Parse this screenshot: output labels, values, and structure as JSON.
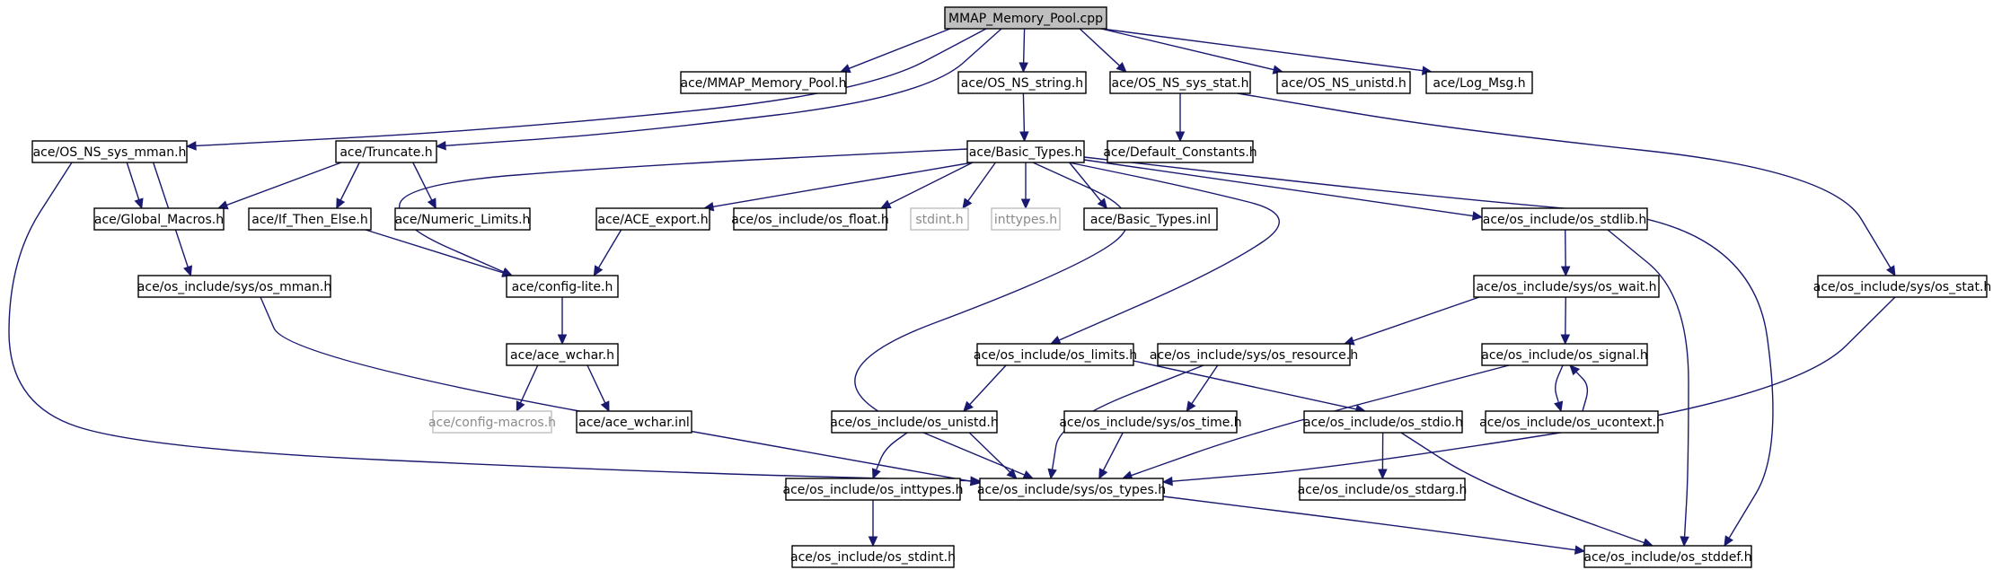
{
  "nodes": {
    "mmap_cpp": "MMAP_Memory_Pool.cpp",
    "mmap_h": "ace/MMAP_Memory_Pool.h",
    "os_ns_string": "ace/OS_NS_string.h",
    "os_ns_sys_stat": "ace/OS_NS_sys_stat.h",
    "os_ns_unistd": "ace/OS_NS_unistd.h",
    "log_msg": "ace/Log_Msg.h",
    "os_ns_sys_mman": "ace/OS_NS_sys_mman.h",
    "truncate": "ace/Truncate.h",
    "basic_types": "ace/Basic_Types.h",
    "default_constants": "ace/Default_Constants.h",
    "global_macros": "ace/Global_Macros.h",
    "if_then_else": "ace/If_Then_Else.h",
    "numeric_limits": "ace/Numeric_Limits.h",
    "ace_export": "ace/ACE_export.h",
    "os_float": "ace/os_include/os_float.h",
    "stdint": "stdint.h",
    "inttypes": "inttypes.h",
    "basic_types_inl": "ace/Basic_Types.inl",
    "os_stdlib": "ace/os_include/os_stdlib.h",
    "sys_os_mman": "ace/os_include/sys/os_mman.h",
    "config_lite": "ace/config-lite.h",
    "sys_os_wait": "ace/os_include/sys/os_wait.h",
    "sys_os_stat": "ace/os_include/sys/os_stat.h",
    "ace_wchar": "ace/ace_wchar.h",
    "os_limits": "ace/os_include/os_limits.h",
    "sys_os_resource": "ace/os_include/sys/os_resource.h",
    "os_signal": "ace/os_include/os_signal.h",
    "config_macros": "ace/config-macros.h",
    "ace_wchar_inl": "ace/ace_wchar.inl",
    "os_unistd": "ace/os_include/os_unistd.h",
    "sys_os_time": "ace/os_include/sys/os_time.h",
    "os_stdio": "ace/os_include/os_stdio.h",
    "os_ucontext": "ace/os_include/os_ucontext.h",
    "os_inttypes": "ace/os_include/os_inttypes.h",
    "sys_os_types": "ace/os_include/sys/os_types.h",
    "os_stdarg": "ace/os_include/os_stdarg.h",
    "os_stdint": "ace/os_include/os_stdint.h",
    "os_stddef": "ace/os_include/os_stddef.h"
  },
  "external_nodes": [
    "stdint",
    "inttypes",
    "config_macros"
  ],
  "root_node": "mmap_cpp",
  "edges": [
    [
      "mmap_cpp",
      "mmap_h"
    ],
    [
      "mmap_cpp",
      "os_ns_string"
    ],
    [
      "mmap_cpp",
      "os_ns_sys_stat"
    ],
    [
      "mmap_cpp",
      "os_ns_unistd"
    ],
    [
      "mmap_cpp",
      "log_msg"
    ],
    [
      "mmap_cpp",
      "os_ns_sys_mman"
    ],
    [
      "mmap_cpp",
      "truncate"
    ],
    [
      "os_ns_string",
      "basic_types"
    ],
    [
      "os_ns_sys_stat",
      "default_constants"
    ],
    [
      "os_ns_sys_stat",
      "sys_os_stat"
    ],
    [
      "os_ns_sys_mman",
      "global_macros"
    ],
    [
      "os_ns_sys_mman",
      "sys_os_mman"
    ],
    [
      "os_ns_sys_mman",
      "sys_os_types"
    ],
    [
      "truncate",
      "global_macros"
    ],
    [
      "truncate",
      "if_then_else"
    ],
    [
      "truncate",
      "numeric_limits"
    ],
    [
      "basic_types",
      "config_lite"
    ],
    [
      "basic_types",
      "ace_export"
    ],
    [
      "basic_types",
      "os_float"
    ],
    [
      "basic_types",
      "stdint"
    ],
    [
      "basic_types",
      "inttypes"
    ],
    [
      "basic_types",
      "basic_types_inl"
    ],
    [
      "basic_types",
      "os_stdlib"
    ],
    [
      "basic_types",
      "os_limits"
    ],
    [
      "basic_types",
      "sys_os_types"
    ],
    [
      "basic_types",
      "os_stddef"
    ],
    [
      "if_then_else",
      "config_lite"
    ],
    [
      "ace_export",
      "config_lite"
    ],
    [
      "os_stdlib",
      "sys_os_wait"
    ],
    [
      "os_stdlib",
      "os_stddef"
    ],
    [
      "sys_os_mman",
      "sys_os_types"
    ],
    [
      "config_lite",
      "ace_wchar"
    ],
    [
      "sys_os_wait",
      "sys_os_resource"
    ],
    [
      "sys_os_wait",
      "os_signal"
    ],
    [
      "sys_os_stat",
      "sys_os_types"
    ],
    [
      "ace_wchar",
      "config_macros"
    ],
    [
      "ace_wchar",
      "ace_wchar_inl"
    ],
    [
      "os_limits",
      "os_unistd"
    ],
    [
      "os_limits",
      "os_stdio"
    ],
    [
      "sys_os_resource",
      "sys_os_time"
    ],
    [
      "sys_os_resource",
      "sys_os_types"
    ],
    [
      "os_signal",
      "os_ucontext"
    ],
    [
      "os_signal",
      "sys_os_types"
    ],
    [
      "os_ucontext",
      "os_signal"
    ],
    [
      "os_unistd",
      "os_inttypes"
    ],
    [
      "os_unistd",
      "sys_os_types"
    ],
    [
      "sys_os_time",
      "sys_os_types"
    ],
    [
      "os_stdio",
      "os_stdarg"
    ],
    [
      "os_stdio",
      "os_stddef"
    ],
    [
      "os_inttypes",
      "os_stdint"
    ],
    [
      "sys_os_types",
      "os_stddef"
    ]
  ]
}
